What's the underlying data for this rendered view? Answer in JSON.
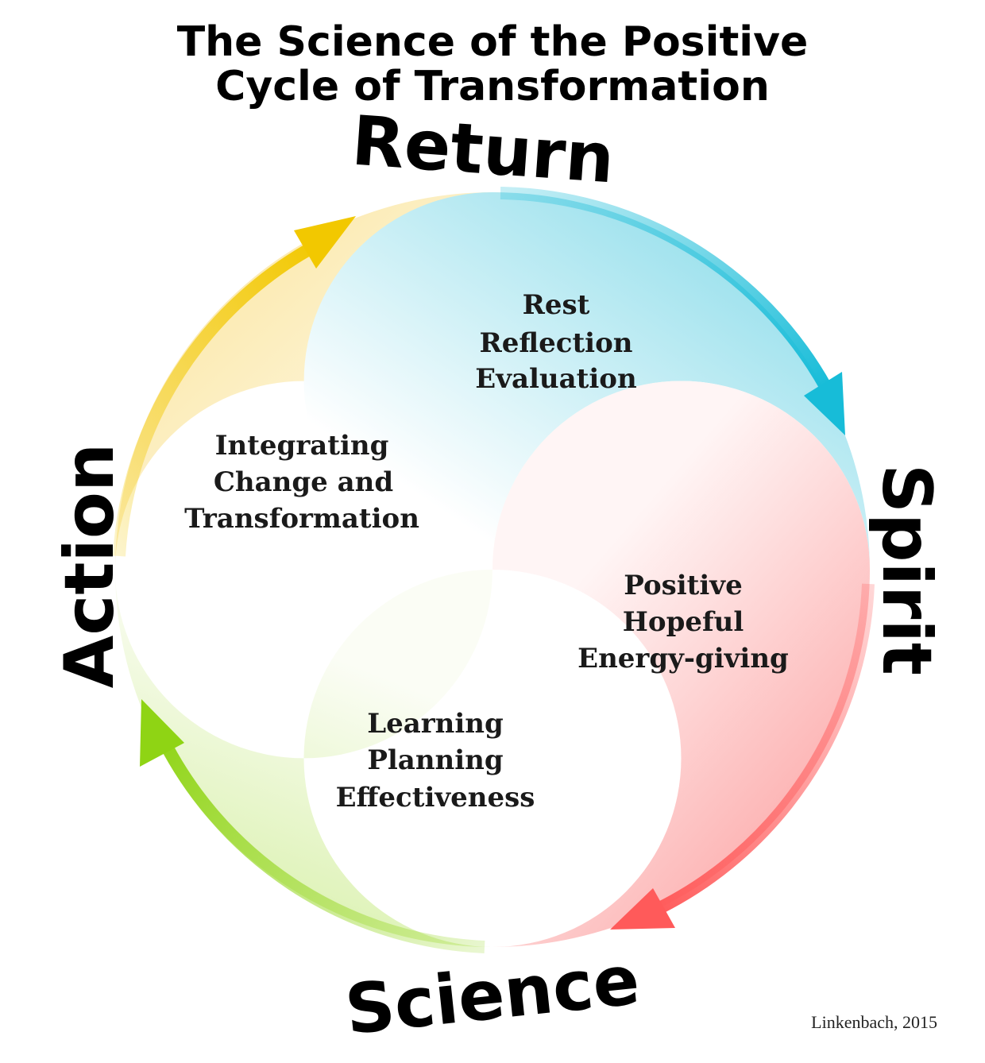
{
  "title": {
    "line1": "The Science of the Positive",
    "line2": "Cycle of Transformation"
  },
  "stages": {
    "return": "Return",
    "spirit": "Spirit",
    "science": "Science",
    "action": "Action"
  },
  "quadrants": {
    "return": [
      "Rest",
      "Reflection",
      "Evaluation"
    ],
    "spirit": [
      "Positive",
      "Hopeful",
      "Energy-giving"
    ],
    "science": [
      "Learning",
      "Planning",
      "Effectiveness"
    ],
    "action": [
      "Integrating",
      "Change and",
      "Transformation"
    ]
  },
  "credit": "Linkenbach, 2015",
  "colors": {
    "return": "#f2c800",
    "spirit": "#17bcd8",
    "science": "#ff5a5a",
    "action": "#8fd414"
  }
}
